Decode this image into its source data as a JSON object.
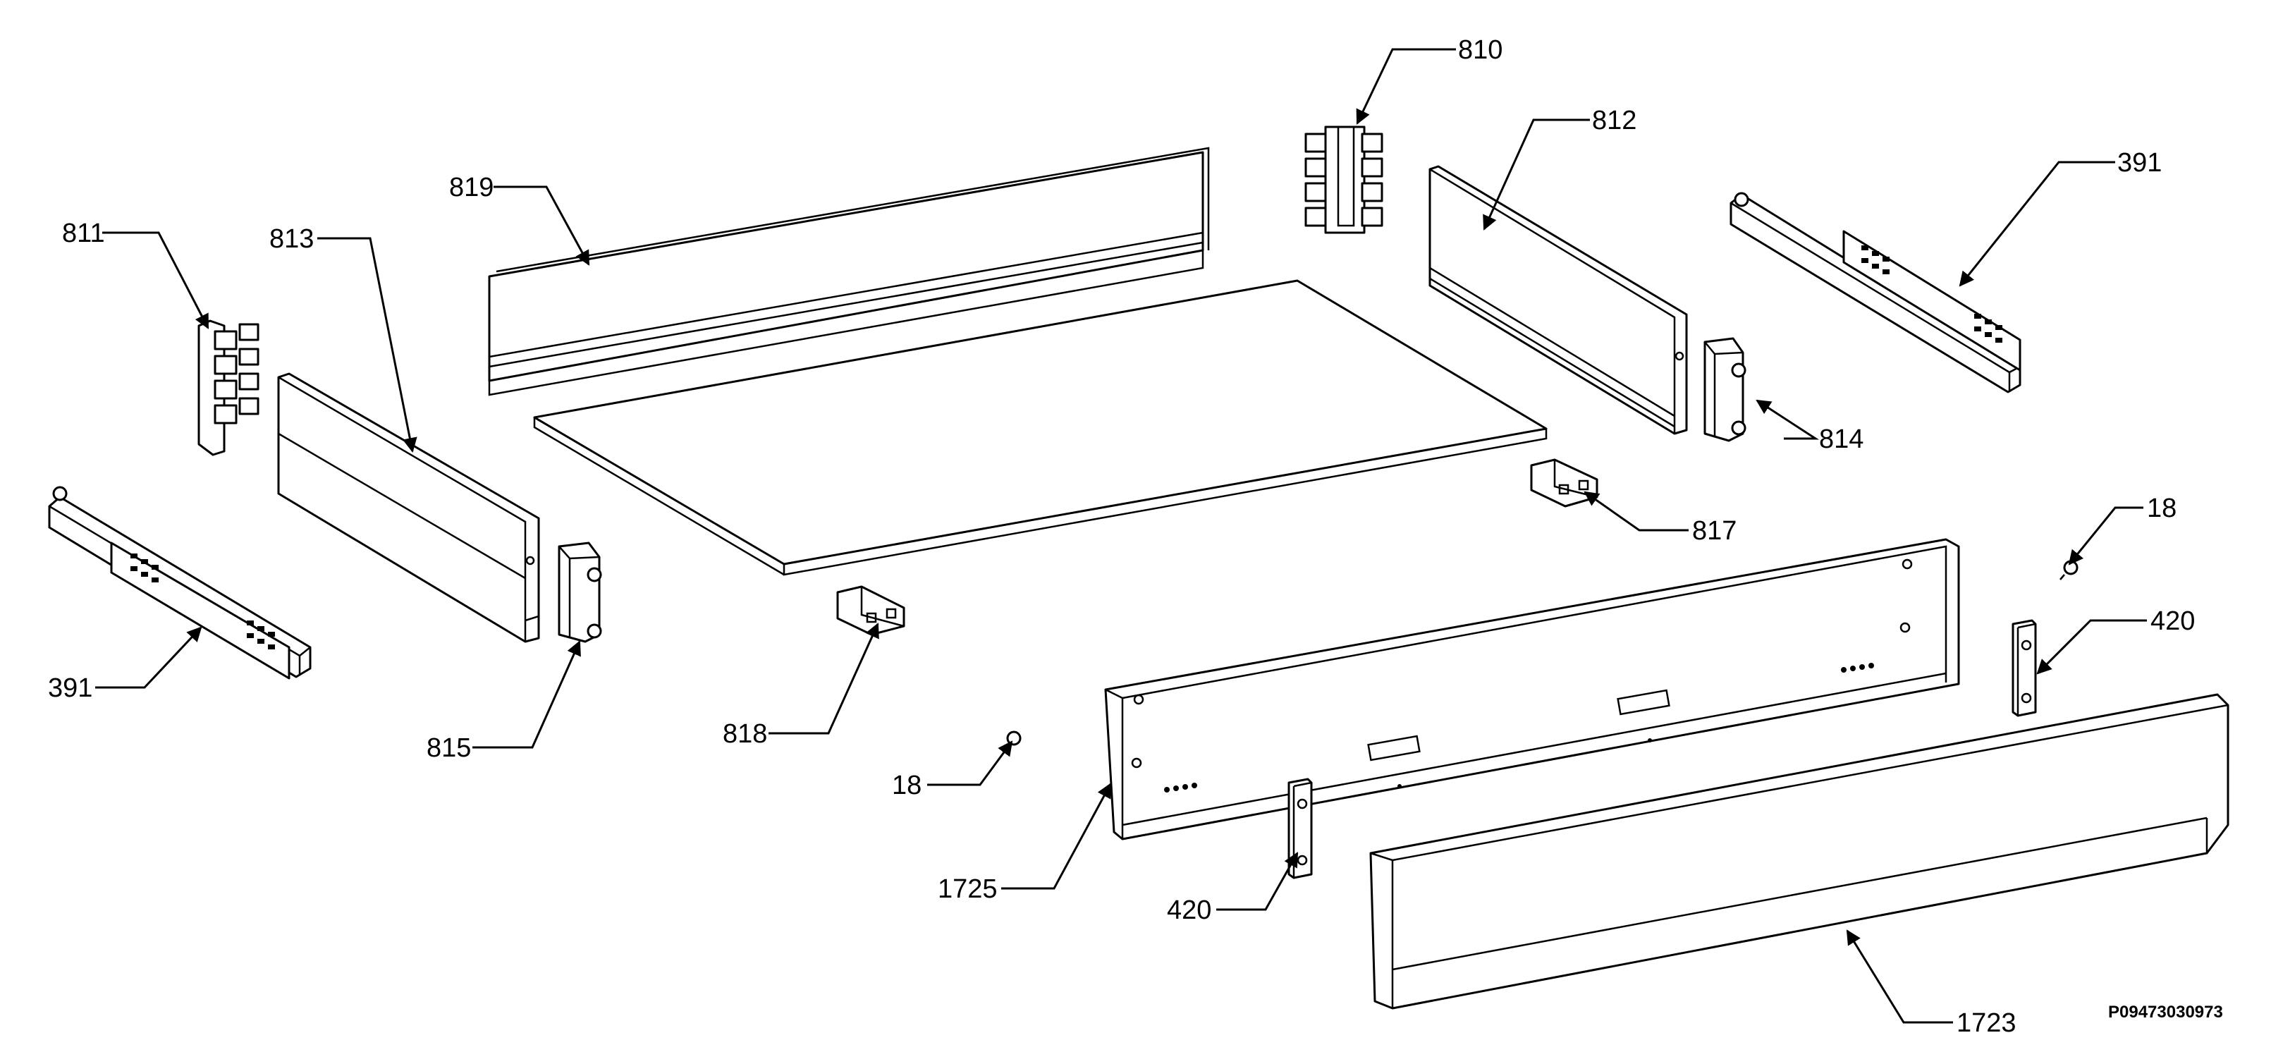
{
  "labels": {
    "l810": "810",
    "l812": "812",
    "l391_right": "391",
    "l811": "811",
    "l813": "813",
    "l819": "819",
    "l814": "814",
    "l817": "817",
    "l18_right": "18",
    "l420_right": "420",
    "l391_left": "391",
    "l815": "815",
    "l818": "818",
    "l18_left": "18",
    "l1725": "1725",
    "l420_left": "420",
    "l1723": "1723"
  },
  "drawing_code": "P09473030973"
}
